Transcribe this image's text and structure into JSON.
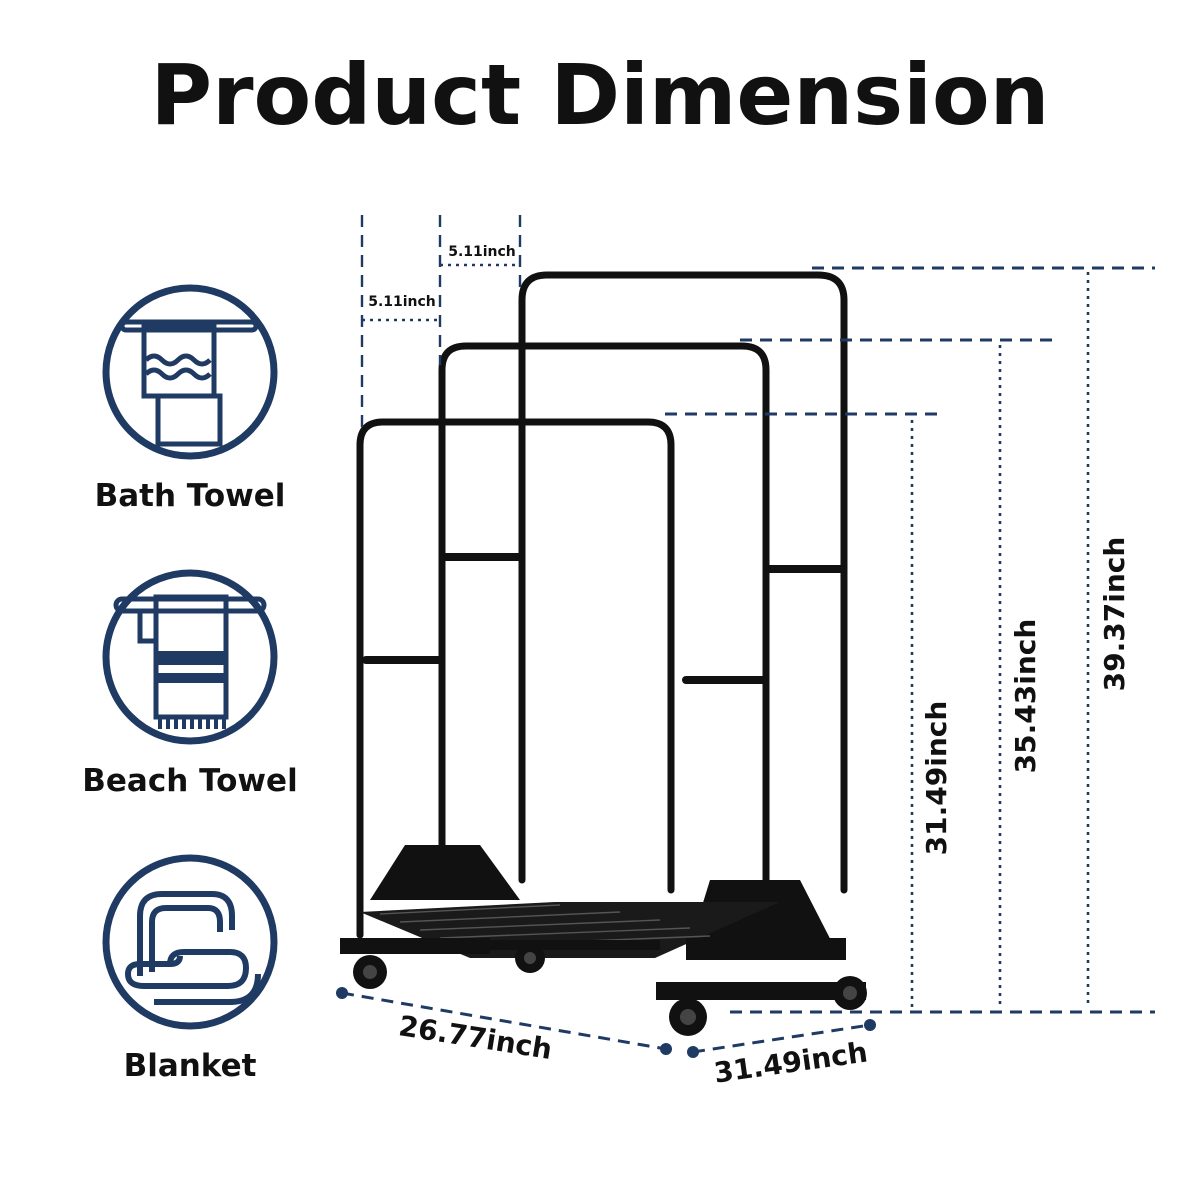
{
  "title": "Product Dimension",
  "uses": [
    {
      "label": "Bath Towel",
      "icon": "bath-towel-icon"
    },
    {
      "label": "Beach Towel",
      "icon": "beach-towel-icon"
    },
    {
      "label": "Blanket",
      "icon": "blanket-icon"
    }
  ],
  "dimensions": {
    "bar_spacing_top": "5.11inch",
    "bar_spacing_second": "5.11inch",
    "height_short": "31.49inch",
    "height_middle": "35.43inch",
    "height_tall": "39.37inch",
    "length": "26.77inch",
    "width": "31.49inch"
  },
  "colors": {
    "navy": "#1f3a63",
    "frame": "#111111"
  }
}
